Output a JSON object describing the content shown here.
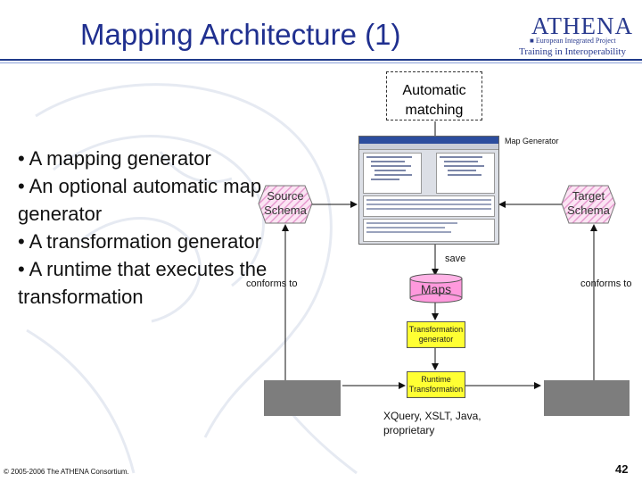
{
  "slide": {
    "title": "Mapping Architecture (1)",
    "page_number": "42",
    "footer": "© 2005-2006 The ATHENA Consortium."
  },
  "logo": {
    "brand": "ATHENA",
    "subtitle": "■ European Integrated Project",
    "tagline": "Training in Interoperability"
  },
  "bullets": [
    "• A mapping generator",
    "• An optional automatic map generator",
    "• A transformation generator",
    "• A runtime that executes the transformation"
  ],
  "diagram": {
    "automatic_matching": "Automatic matching",
    "map_generator": "Map Generator",
    "source_schema": "Source Schema",
    "target_schema": "Target Schema",
    "save": "save",
    "maps": "Maps",
    "conforms_to_left": "conforms to",
    "conforms_to_right": "conforms to",
    "transformation_generator": "Transformation generator",
    "runtime_transformation": "Runtime Transformation",
    "runtime_languages": "XQuery, XSLT, Java, proprietary"
  },
  "colors": {
    "title": "#1f2f8f",
    "header_line": "#1f3a8a",
    "schema_fill": "#f3c6e6",
    "maps_fill": "#ff99dd",
    "generator_fill": "#ffff33",
    "runtime_box": "#7d7d7d"
  }
}
